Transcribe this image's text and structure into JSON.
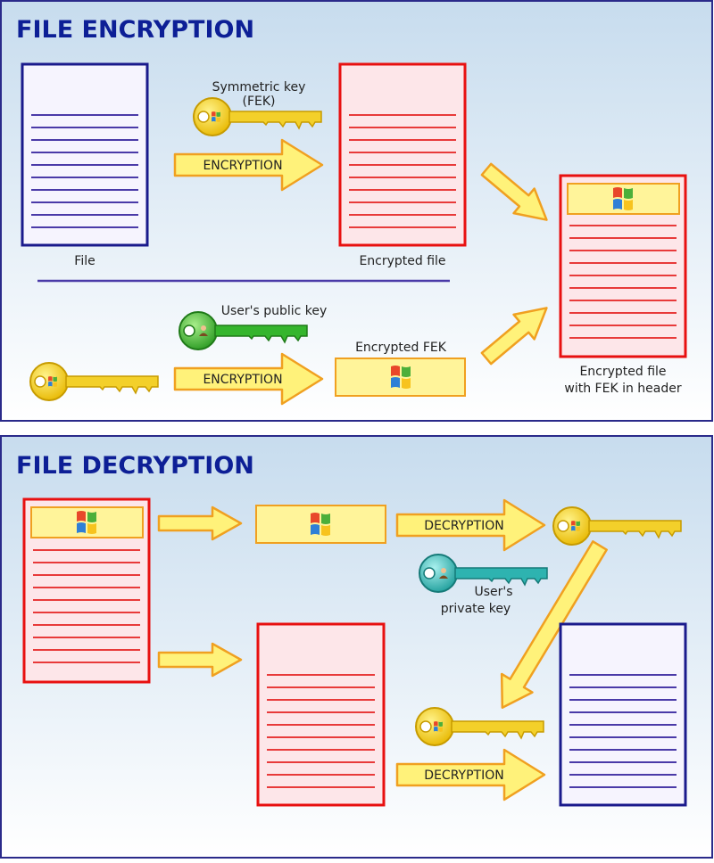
{
  "encryption": {
    "title": "FILE ENCRYPTION",
    "file_label": "File",
    "symmetric_key_label": [
      "Symmetric key",
      "(FEK)"
    ],
    "encryption_label": "ENCRYPTION",
    "encrypted_file_label": "Encrypted file",
    "public_key_label": "User's public key",
    "encrypted_fek_label": "Encrypted FEK",
    "result_label": [
      "Encrypted file",
      "with FEK in header"
    ]
  },
  "decryption": {
    "title": "FILE DECRYPTION",
    "decryption_label": "DECRYPTION",
    "private_key_label": [
      "User's",
      "private key"
    ]
  },
  "colors": {
    "title": "#0d1f96",
    "panel_border": "#2a2a8a",
    "file_border": "#1a1a8c",
    "file_line": "#4a3aa8",
    "enc_border": "#e81010",
    "enc_fill": "#fde6e9",
    "enc_line": "#e83a3a",
    "arrow_fill": "#fff27a",
    "arrow_stroke": "#f0a020",
    "key_gold": "#f3d02a",
    "key_green": "#35b52d",
    "key_teal": "#2eb3b0"
  }
}
